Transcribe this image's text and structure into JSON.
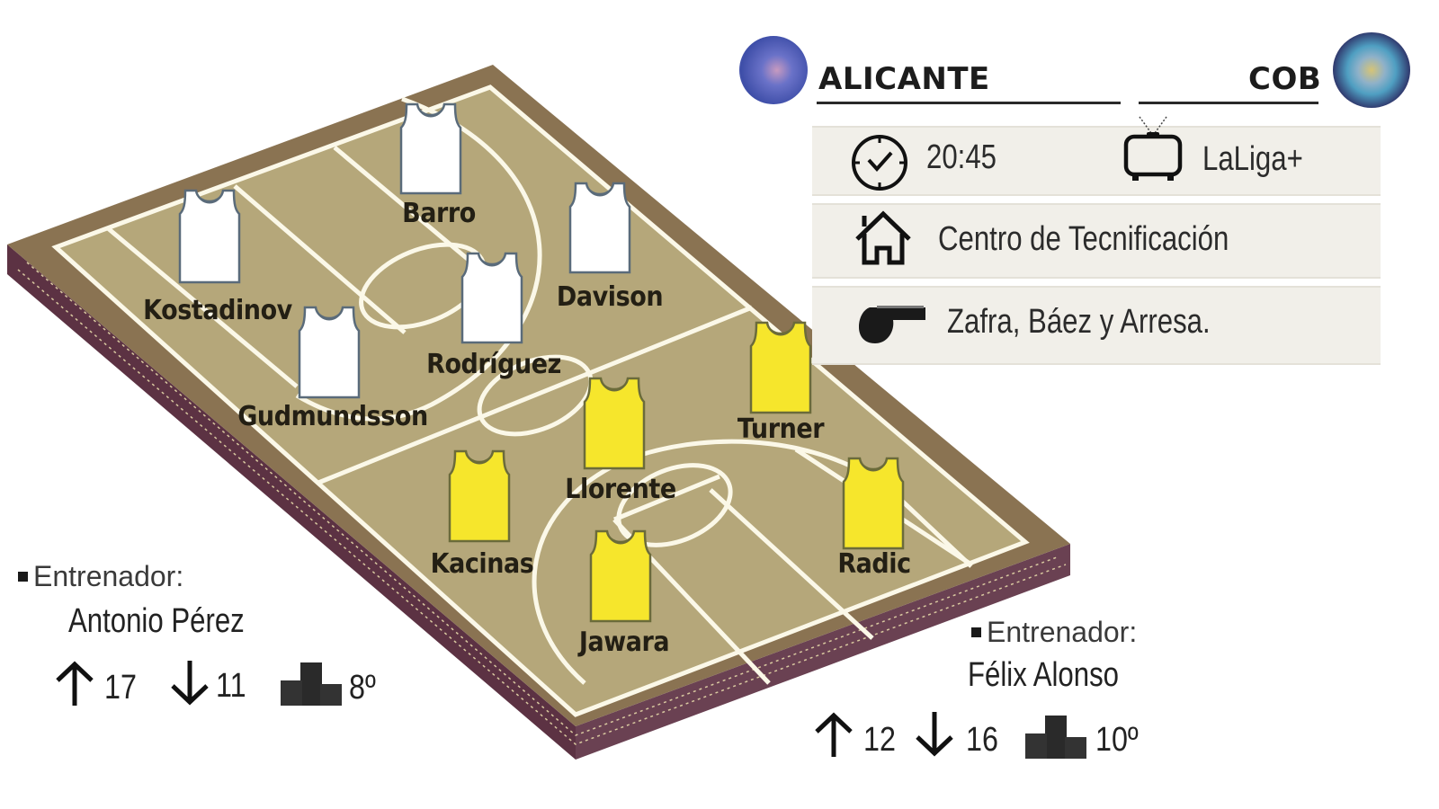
{
  "header": {
    "home_team": "ALICANTE",
    "away_team": "COB",
    "home_logo_color": "#4a5bb5",
    "away_logo_color": "#3b3570"
  },
  "info": {
    "time_icon": "clock-icon",
    "time": "20:45",
    "tv_icon": "tv-icon",
    "broadcaster": "LaLiga+",
    "venue_icon": "home-icon",
    "venue": "Centro de Tecnificación",
    "referees_icon": "whistle-icon",
    "referees": "Zafra, Báez y Arresa."
  },
  "court": {
    "floor_color": "#b5a77a",
    "border_color": "#8a7352",
    "side_color": "#5c3243",
    "line_color": "#fbf8e8"
  },
  "home_players": {
    "jersey_color": "#ffffff",
    "names": [
      "Barro",
      "Kostadinov",
      "Davison",
      "Rodríguez",
      "Gudmundsson"
    ]
  },
  "away_players": {
    "jersey_color": "#f6e62c",
    "names": [
      "Turner",
      "Llorente",
      "Kacinas",
      "Radic",
      "Jawara"
    ]
  },
  "home_coach": {
    "label": "Entrenador:",
    "name": "Antonio Pérez",
    "wins": "17",
    "losses": "11",
    "position": "8º"
  },
  "away_coach": {
    "label": "Entrenador:",
    "name": "Félix Alonso",
    "wins": "12",
    "losses": "16",
    "position": "10º"
  }
}
